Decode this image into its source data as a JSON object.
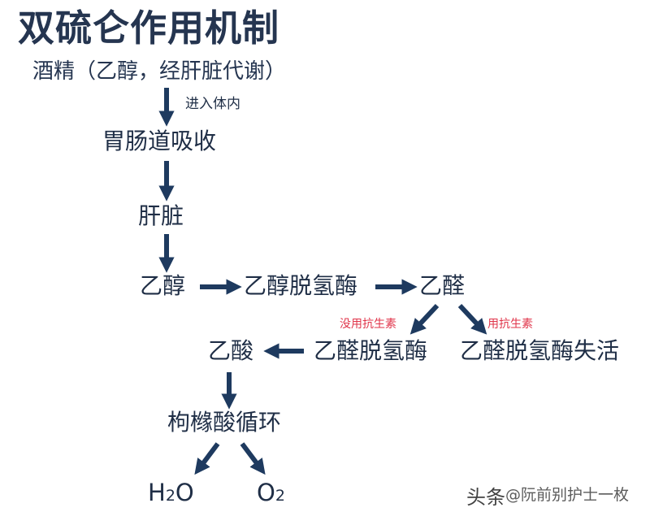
{
  "title": "双硫仑作用机制",
  "subtitle": "酒精（乙醇，经肝脏代谢）",
  "nodes": {
    "gi": "胃肠道吸收",
    "liver": "肝脏",
    "ethanol": "乙醇",
    "adh": "乙醇脱氢酶",
    "acetaldehyde": "乙醛",
    "acetic_acid": "乙酸",
    "aldh": "乙醛脱氢酶",
    "aldh_inactive": "乙醛脱氢酶失活",
    "tca": "枸橼酸循环",
    "water_h": "H",
    "water_sub": "2",
    "water_o": "O",
    "oxygen_o": "O",
    "oxygen_sub": "2"
  },
  "labels": {
    "enter_body": "进入体内",
    "no_antibiotic": "没用抗生素",
    "with_antibiotic": "用抗生素"
  },
  "watermark": {
    "left": "头条",
    "right": "@阮前别护士一枚"
  },
  "colors": {
    "arrow": "#1e3a5f",
    "text": "#1f2e46",
    "title": "#253550",
    "annotation_red": "#e0344a"
  }
}
